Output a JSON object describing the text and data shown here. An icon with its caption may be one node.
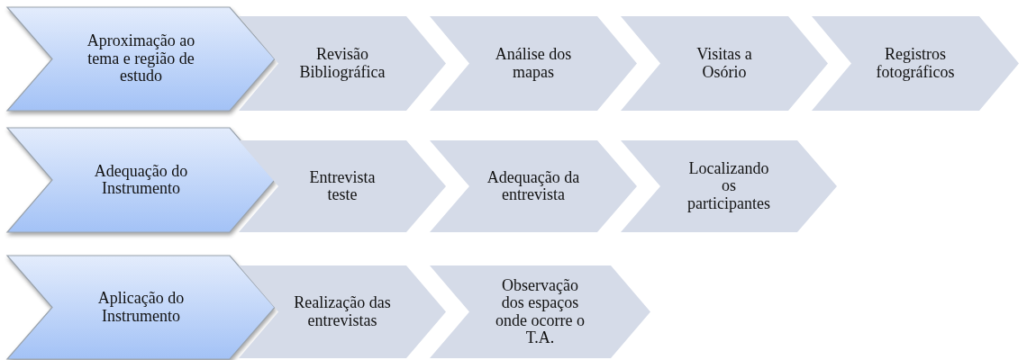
{
  "diagram": {
    "nodes": [
      {
        "text": [
          "Aproximação ao tema e região de estudo"
        ]
      },
      {
        "text": [
          "Revisão Bibliográfica"
        ]
      },
      {
        "text": [
          "Análise dos mapas"
        ]
      },
      {
        "text": [
          "Visitas a Osório"
        ]
      },
      {
        "text": [
          "Registros fotográficos"
        ]
      },
      {
        "text": [
          "Adequação do Instrumento"
        ]
      },
      {
        "text": [
          "Entrevista teste"
        ]
      },
      {
        "text": [
          "Adequação da entrevista"
        ]
      },
      {
        "text": [
          "Localizando os participantes"
        ]
      },
      {
        "text": [
          "Aplicação do Instrumento"
        ]
      },
      {
        "text": [
          "Realização das entrevistas"
        ]
      },
      {
        "text": [
          "Observação dos espaços onde ocorre o T.A."
        ]
      }
    ]
  }
}
